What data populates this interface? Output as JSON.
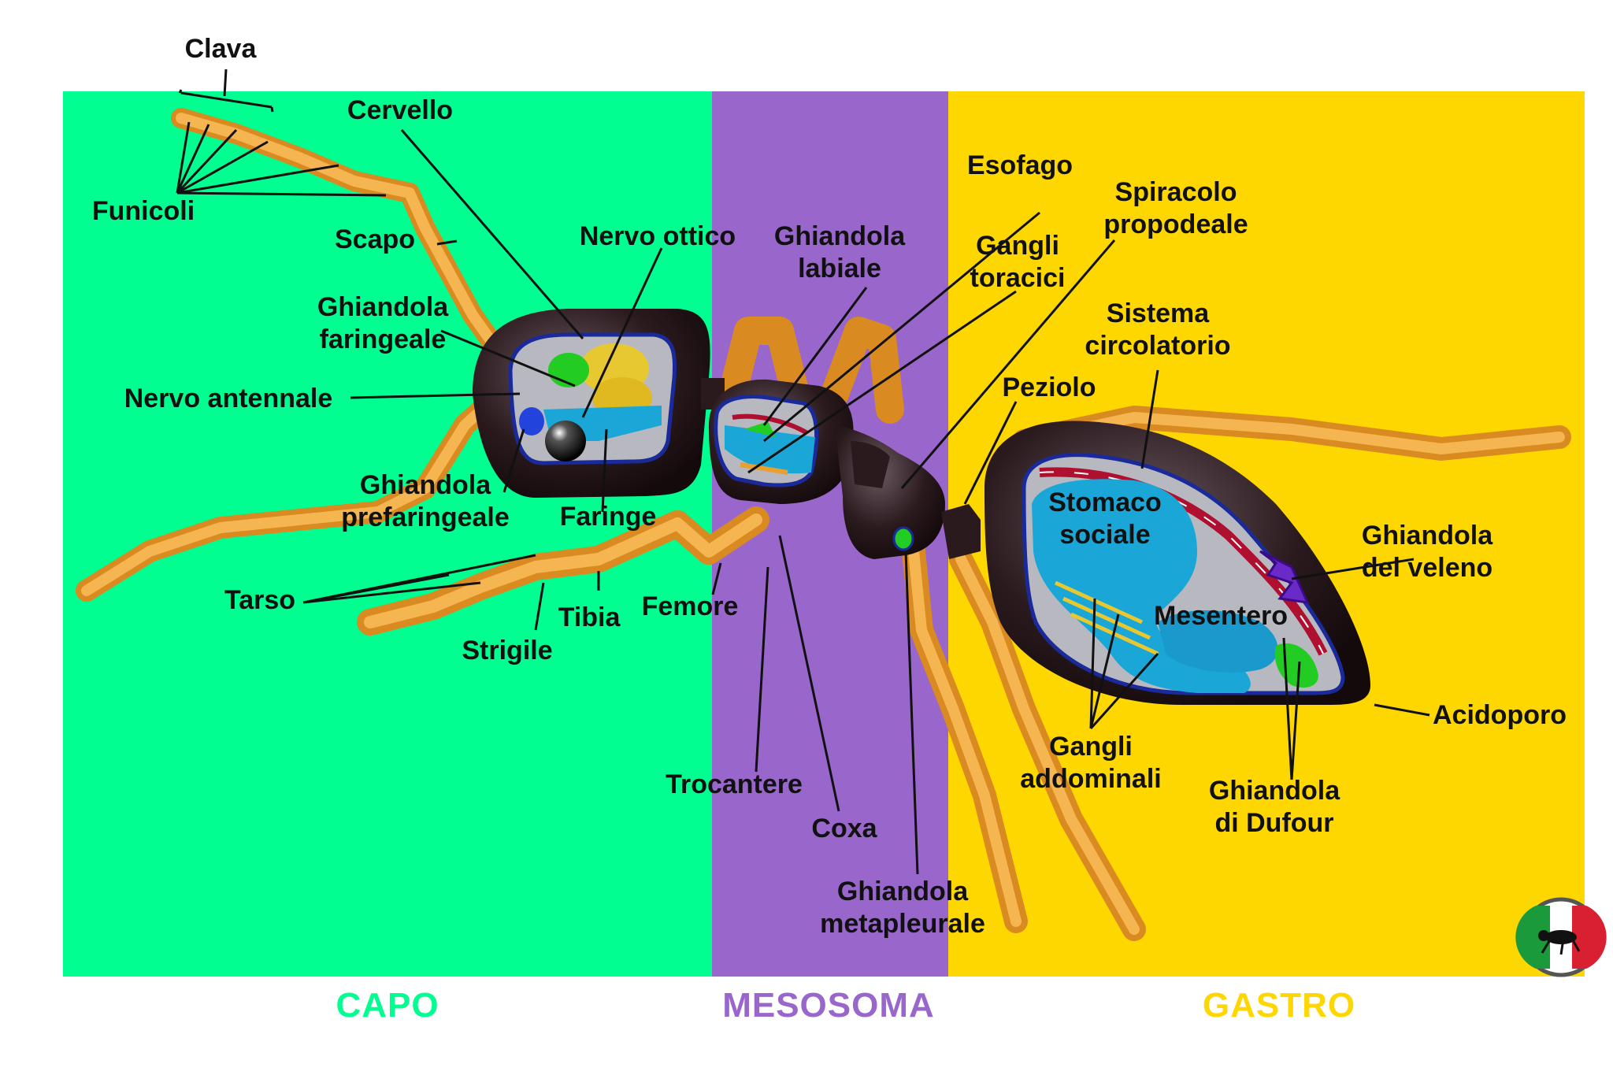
{
  "colors": {
    "capo": "#00FF90",
    "mesosoma": "#9966CC",
    "gastro": "#FFD700",
    "leg": "#E8A030",
    "exoskeleton": "#2A1A1A",
    "organ_blue": "#1AA6D6",
    "organ_yellow": "#E8C830",
    "organ_green": "#22CC22",
    "vessel_red": "#B01030",
    "venom_purple": "#6A2AC8",
    "leader_line": "#111111"
  },
  "sections": {
    "capo": "CAPO",
    "mesosoma": "MESOSOMA",
    "gastro": "GASTRO"
  },
  "labels": {
    "clava": "Clava",
    "cervello": "Cervello",
    "funicoli": "Funicoli",
    "scapo": "Scapo",
    "nervo_ottico": "Nervo ottico",
    "ghiandola_labiale": [
      "Ghiandola",
      "labiale"
    ],
    "esofago": "Esofago",
    "spiracolo_propodeale": [
      "Spiracolo",
      "propodeale"
    ],
    "gangli_toracici": [
      "Gangli",
      "toracici"
    ],
    "ghiandola_faringeale": [
      "Ghiandola",
      "faringeale"
    ],
    "sistema_circolatorio": [
      "Sistema",
      "circolatorio"
    ],
    "nervo_antennale": "Nervo antennale",
    "peziolo": "Peziolo",
    "stomaco_sociale": [
      "Stomaco",
      "sociale"
    ],
    "ghiandola_prefaringeale": [
      "Ghiandola",
      "prefaringeale"
    ],
    "faringe": "Faringe",
    "ghiandola_veleno": [
      "Ghiandola",
      "del veleno"
    ],
    "tarso": "Tarso",
    "tibia": "Tibia",
    "femore": "Femore",
    "mesentero": "Mesentero",
    "strigile": "Strigile",
    "acidoporo": "Acidoporo",
    "gangli_addominali": [
      "Gangli",
      "addominali"
    ],
    "trocantere": "Trocantere",
    "ghiandola_dufour": [
      "Ghiandola",
      "di Dufour"
    ],
    "coxa": "Coxa",
    "ghiandola_metapleurale": [
      "Ghiandola",
      "metapleurale"
    ]
  },
  "icons": {
    "logo": "italian-flag-ant-logo"
  }
}
